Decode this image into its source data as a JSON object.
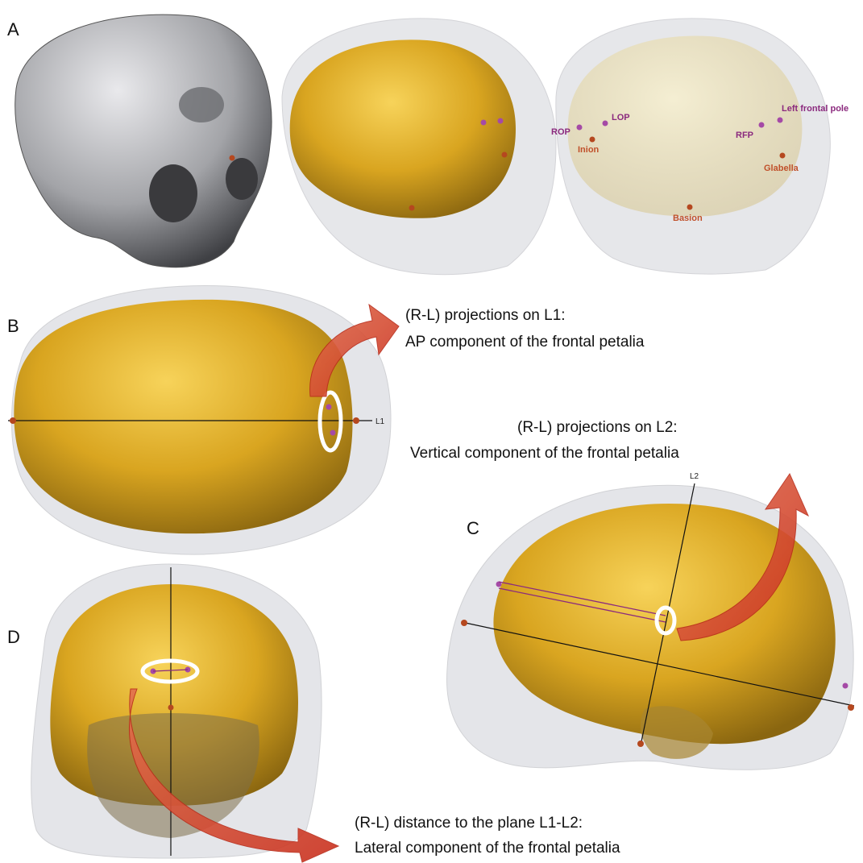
{
  "panels": {
    "a": {
      "letter": "A"
    },
    "b": {
      "letter": "B"
    },
    "c": {
      "letter": "C"
    },
    "d": {
      "letter": "D"
    }
  },
  "landmarks": {
    "rop": "ROP",
    "lop": "LOP",
    "inion": "Inion",
    "rfp": "RFP",
    "left_frontal_pole": "Left frontal pole",
    "glabella": "Glabella",
    "basion": "Basion"
  },
  "axes": {
    "l1": "L1",
    "l2": "L2"
  },
  "captions": {
    "b_line1": "(R-L) projections on L1:",
    "b_line2": "AP component of the frontal petalia",
    "c_line1": "(R-L) projections on L2:",
    "c_line2": "Vertical component of the frontal petalia",
    "d_line1": "(R-L) distance to the plane L1-L2:",
    "d_line2": "Lateral component of the frontal petalia"
  },
  "colors": {
    "endocast_gold": "#d9a520",
    "skull_ghost": "#dcdde2",
    "skull_grey": "#8f9094",
    "arrow_red": "#d6402a",
    "landmark_purple": "#a54aa6",
    "landmark_orange": "#b5481f",
    "highlight_ring": "#ffffff"
  }
}
